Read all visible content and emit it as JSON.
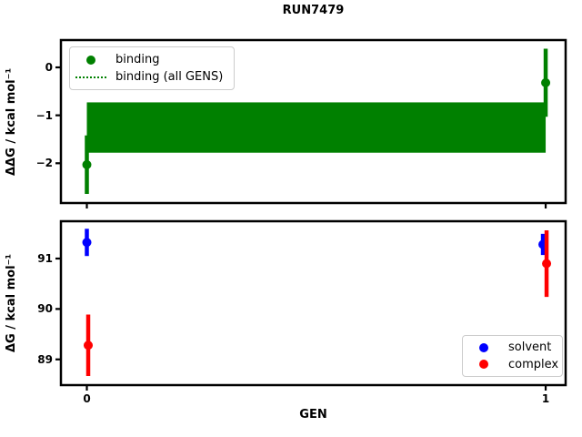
{
  "title": "RUN7479",
  "labels": {
    "top_ylabel_math": "ΔΔG",
    "bottom_ylabel_math": "ΔG",
    "ylabel_rest": " / kcal mol⁻¹",
    "xlabel": "GEN"
  },
  "colors": {
    "binding": "#008000",
    "solvent": "#0000ff",
    "complex": "#ff0000",
    "spine": "#000000",
    "legend_border": "#cccccc"
  },
  "chart_data": [
    {
      "type": "scatter",
      "title": "RUN7479",
      "ylabel": "ΔΔG / kcal mol⁻¹",
      "x": [
        0,
        1
      ],
      "xticks": [
        0,
        1
      ],
      "yticks": [
        0,
        -1,
        -2
      ],
      "ylim": [
        -2.83,
        0.57
      ],
      "xlim": [
        -0.06,
        1.04
      ],
      "grid": false,
      "legend_position": "upper left",
      "series": [
        {
          "name": "binding",
          "color": "#008000",
          "marker": "circle",
          "values": [
            -2.03,
            -0.32
          ],
          "errors": [
            0.61,
            0.71
          ]
        }
      ],
      "band": {
        "name": "binding (all GENS)",
        "color": "#008000",
        "linestyle": "dotted",
        "mean": -1.25,
        "y_low": -1.78,
        "y_high": -0.73,
        "x_span": [
          0,
          1
        ],
        "note": "dotted mean line hidden inside solid band"
      }
    },
    {
      "type": "scatter",
      "xlabel": "GEN",
      "ylabel": "ΔG / kcal mol⁻¹",
      "x": [
        0,
        1
      ],
      "xticks": [
        0,
        1
      ],
      "yticks": [
        91,
        90,
        89
      ],
      "ylim": [
        88.49,
        91.74
      ],
      "xlim": [
        -0.06,
        1.04
      ],
      "grid": false,
      "legend_position": "lower right",
      "series": [
        {
          "name": "solvent",
          "color": "#0000ff",
          "marker": "circle",
          "values": [
            91.32,
            91.28
          ],
          "errors": [
            0.27,
            0.21
          ]
        },
        {
          "name": "complex",
          "color": "#ff0000",
          "marker": "circle",
          "values": [
            89.28,
            90.9
          ],
          "errors": [
            0.61,
            0.66
          ]
        }
      ]
    }
  ]
}
